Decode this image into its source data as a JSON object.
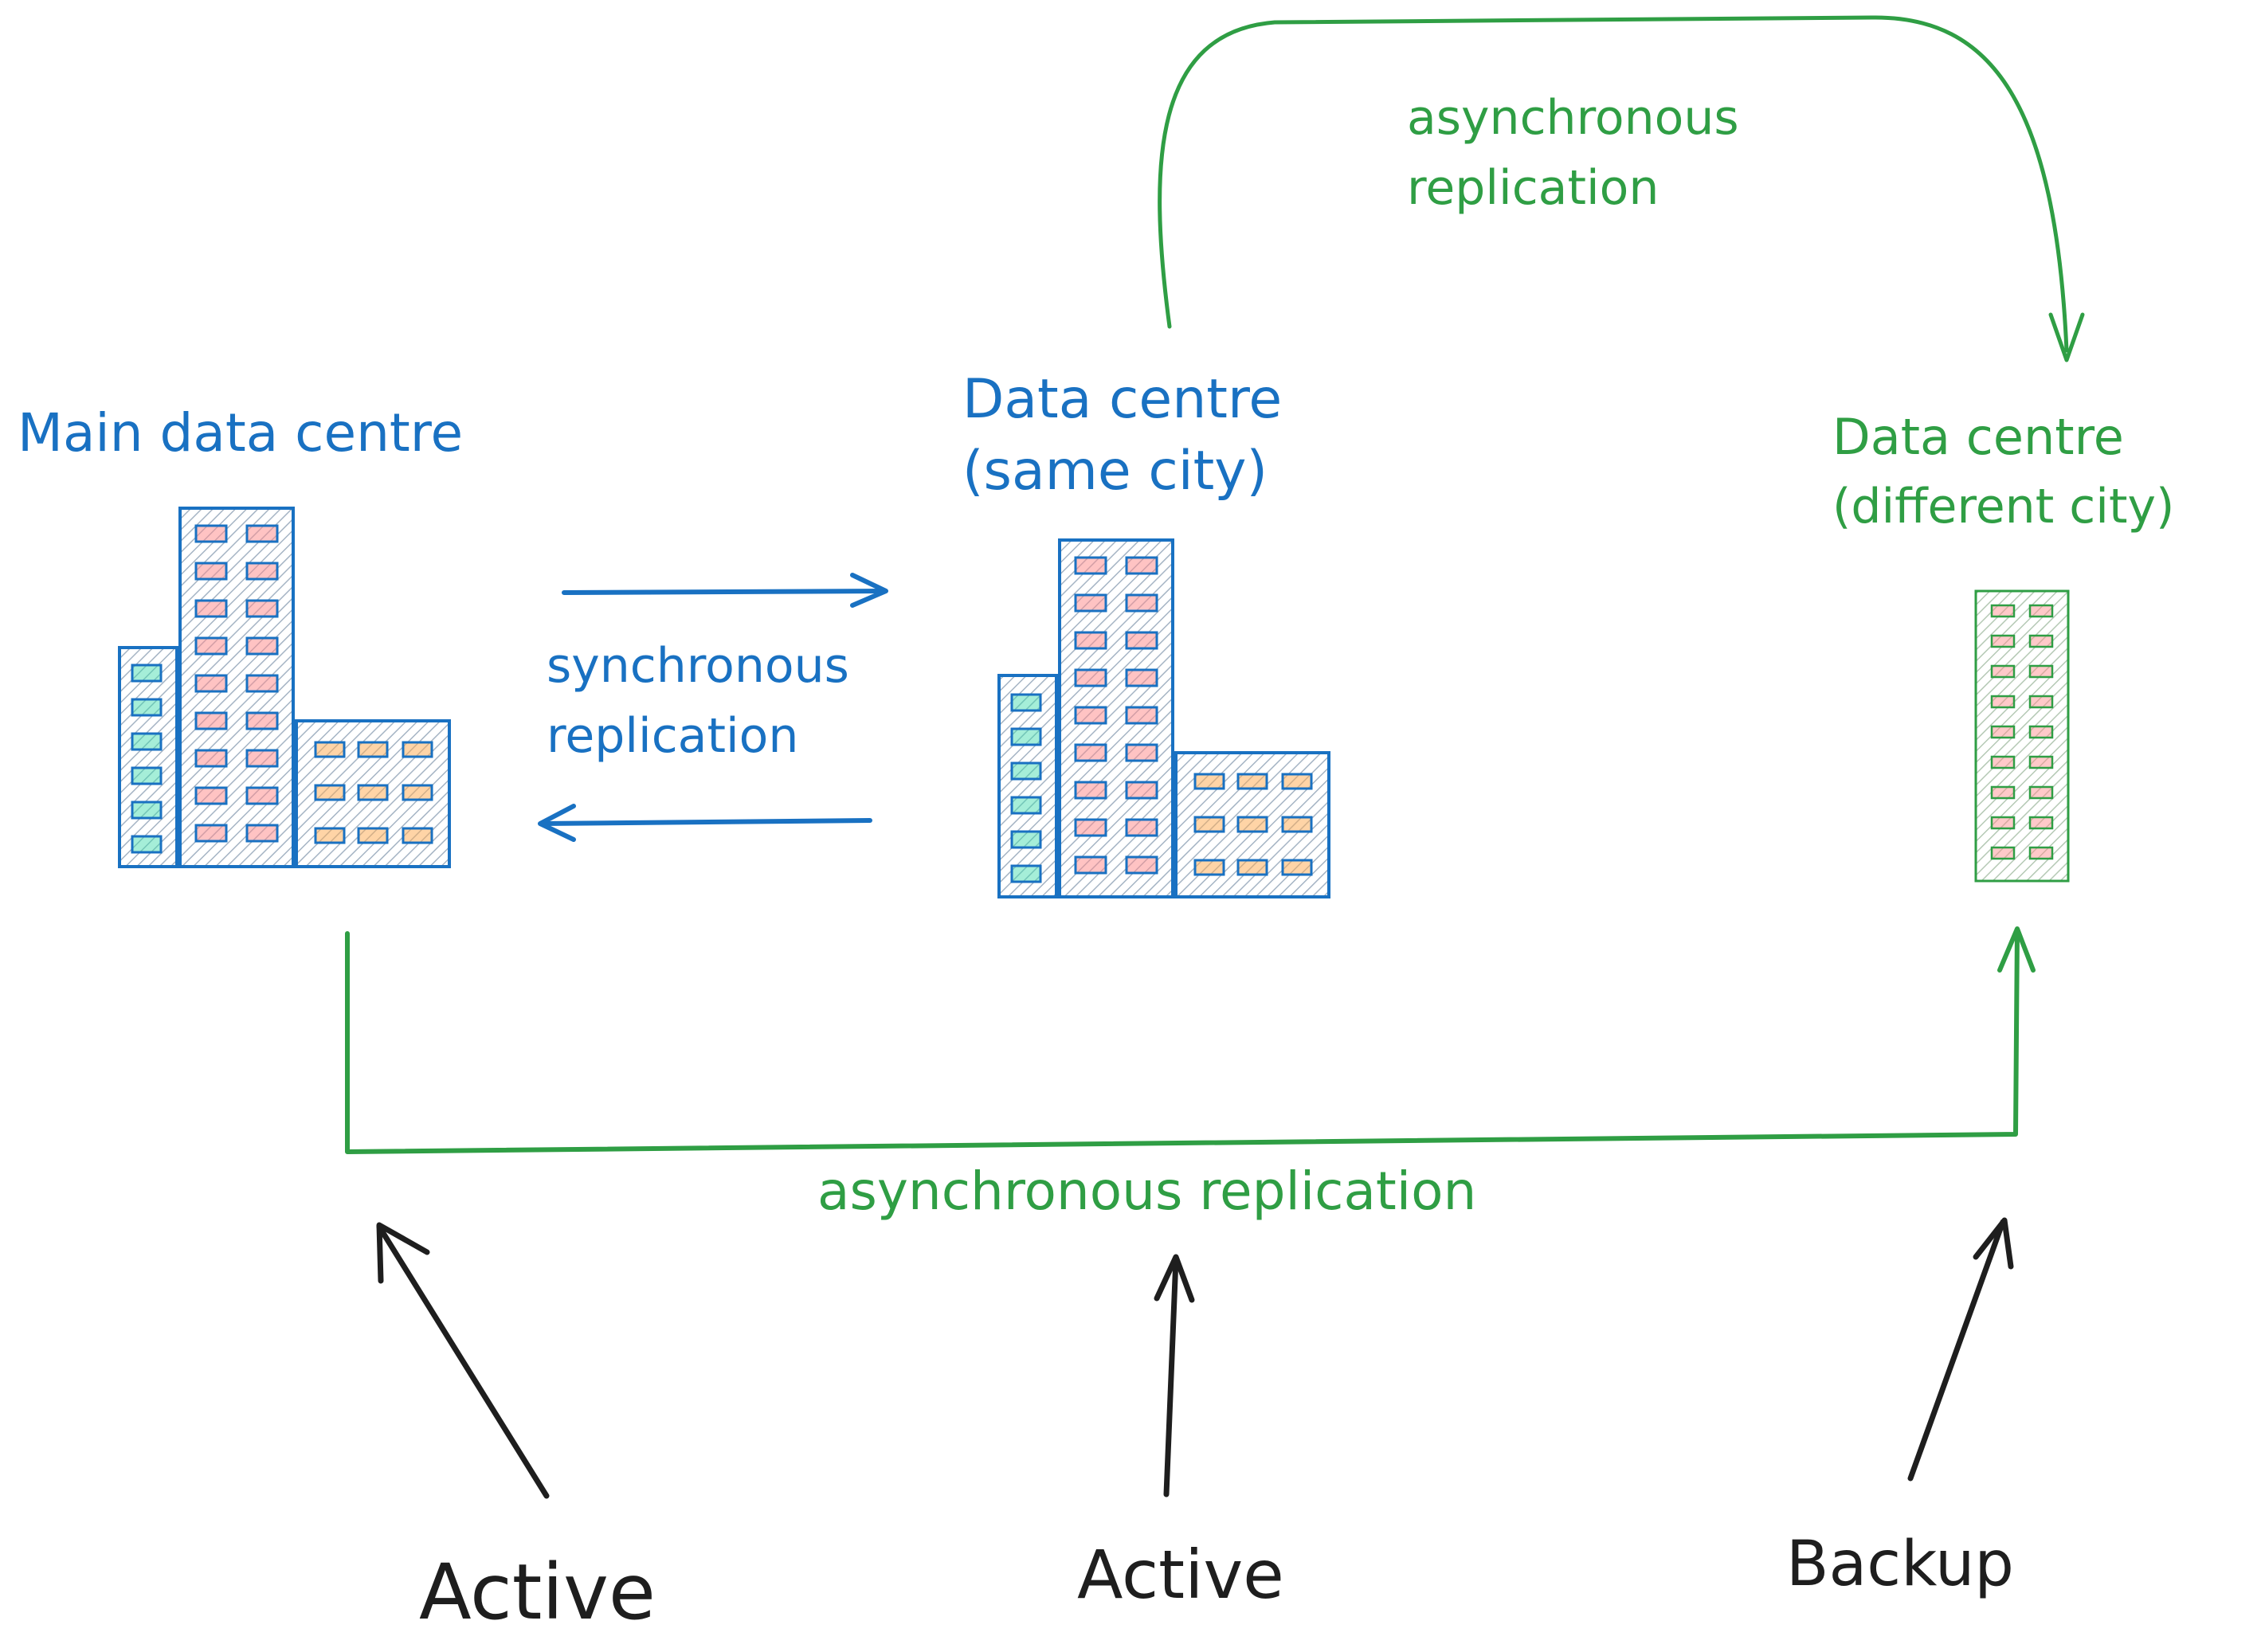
{
  "colors": {
    "blue": "#1971c2",
    "green": "#2f9e44",
    "black": "#1e1e1e",
    "building_fill": "#a5b4c4",
    "window_red": "#ff8787",
    "window_teal": "#38d9a9",
    "window_orange": "#ffa94d"
  },
  "nodes": {
    "main": {
      "label": "Main data centre",
      "icon": "buildings-icon"
    },
    "same_city": {
      "label_line1": "Data centre",
      "label_line2": "(same city)",
      "icon": "buildings-icon"
    },
    "different_city": {
      "label_line1": "Data centre",
      "label_line2": "(different city)",
      "icon": "building-icon"
    }
  },
  "edges": {
    "sync": {
      "line1": "synchronous",
      "line2": "replication"
    },
    "async_top": {
      "line1": "asynchronous",
      "line2": "replication"
    },
    "async_bottom": {
      "label": "asynchronous replication"
    }
  },
  "roles": {
    "main": "Active",
    "same_city": "Active",
    "different_city": "Backup"
  }
}
